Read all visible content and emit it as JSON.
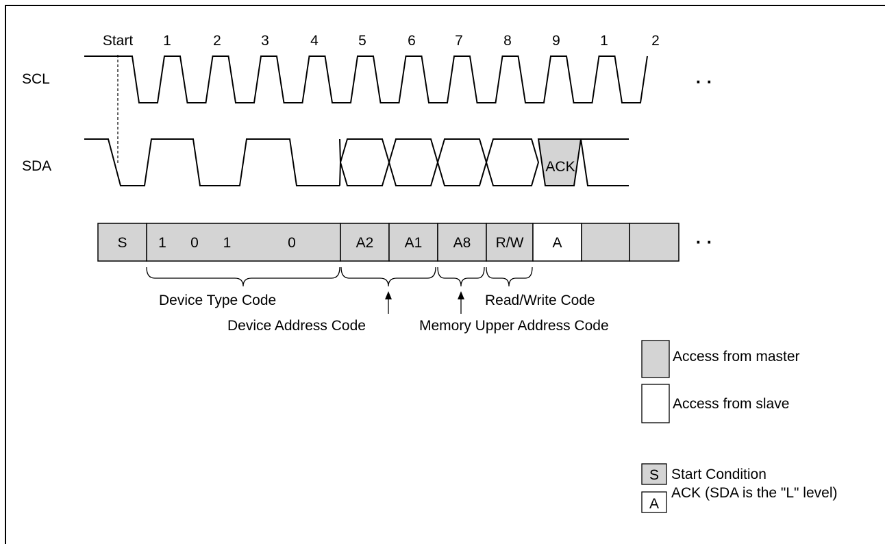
{
  "colors": {
    "master_fill": "#d4d4d4",
    "slave_fill": "#ffffff",
    "stroke": "#000000",
    "background": "#ffffff"
  },
  "timing": {
    "start_label": "Start",
    "clock_numbers": [
      "1",
      "2",
      "3",
      "4",
      "5",
      "6",
      "7",
      "8",
      "9",
      "1",
      "2"
    ],
    "scl_label": "SCL",
    "sda_label": "SDA",
    "ack_label": "ACK",
    "continuation": "· ·"
  },
  "frame": {
    "cells": [
      {
        "label": "S",
        "type": "master"
      },
      {
        "label": "1",
        "type": "master"
      },
      {
        "label": "0",
        "type": "master"
      },
      {
        "label": "1",
        "type": "master"
      },
      {
        "label": "0",
        "type": "master"
      },
      {
        "label": "A2",
        "type": "master"
      },
      {
        "label": "A1",
        "type": "master"
      },
      {
        "label": "A8",
        "type": "master"
      },
      {
        "label": "R/W",
        "type": "master"
      },
      {
        "label": "A",
        "type": "slave"
      },
      {
        "label": "",
        "type": "master"
      },
      {
        "label": "",
        "type": "master"
      }
    ],
    "continuation": "· ·"
  },
  "codes": {
    "device_type": "Device Type Code",
    "device_address": "Device Address Code",
    "read_write": "Read/Write Code",
    "memory_upper": "Memory Upper Address Code"
  },
  "legend": {
    "master": "Access from master",
    "slave": "Access from slave",
    "start_symbol": "S",
    "start": "Start Condition",
    "ack_symbol": "A",
    "ack": "ACK (SDA is the \"L\" level)"
  }
}
